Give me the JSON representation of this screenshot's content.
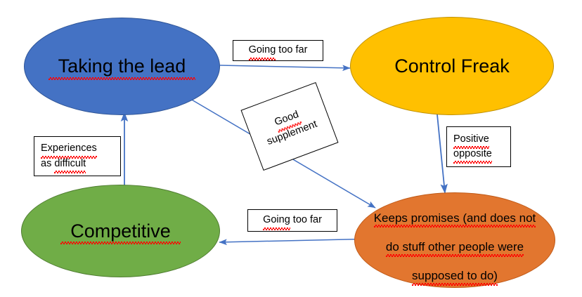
{
  "diagram": {
    "title": "Taking the lead behaviour relationship diagram",
    "background": "#ffffff",
    "arrow_color": "#4472C4",
    "nodes": [
      {
        "id": "taking-the-lead",
        "label": "Taking the lead",
        "fill": "#4472C4",
        "stroke": "#2F5597",
        "text_color": "#000000",
        "font_size": 27,
        "spellcheck_underline": true
      },
      {
        "id": "control-freak",
        "label": "Control Freak",
        "fill": "#FFC000",
        "stroke": "#BF9000",
        "text_color": "#000000",
        "font_size": 27,
        "spellcheck_underline": false
      },
      {
        "id": "competitive",
        "label": "Competitive",
        "fill": "#70AD47",
        "stroke": "#507E32",
        "text_color": "#000000",
        "font_size": 27,
        "spellcheck_underline": true
      },
      {
        "id": "keeps-promises",
        "label": "Keeps promises (and does not do stuff other people were supposed to do)",
        "line1": "Keeps promises (and does not",
        "line2": "do stuff other people were",
        "line3": "supposed to do)",
        "fill": "#E2762F",
        "stroke": "#C05A18",
        "text_color": "#000000",
        "font_size": 17,
        "spellcheck_underline": true
      }
    ],
    "edge_labels": [
      {
        "id": "going-too-far-top",
        "text": "Going too far",
        "spellcheck_word": "Going",
        "rotation": 0
      },
      {
        "id": "good-supplement",
        "line1": "Good",
        "line2": "supplement",
        "text": "Good supplement",
        "spellcheck_word": "Good",
        "rotation": -20.5
      },
      {
        "id": "experiences-as-difficult",
        "line1": "Experiences",
        "line2": "as difficult",
        "text": "Experiences as difficult",
        "rotation": 0
      },
      {
        "id": "positive-opposite",
        "line1": "Positive",
        "line2": "opposite",
        "text": "Positive opposite",
        "rotation": 0
      },
      {
        "id": "going-too-far-bottom",
        "text": "Going too far",
        "spellcheck_word": "Going",
        "rotation": 0
      }
    ],
    "edges": [
      {
        "id": "lead-to-control-freak",
        "from": "taking-the-lead",
        "to": "control-freak",
        "label": "Going too far"
      },
      {
        "id": "lead-to-keeps-promises",
        "from": "taking-the-lead",
        "to": "keeps-promises",
        "label": "Good supplement"
      },
      {
        "id": "competitive-to-lead",
        "from": "competitive",
        "to": "taking-the-lead",
        "label": "Experiences as difficult"
      },
      {
        "id": "control-freak-to-keeps-promises",
        "from": "control-freak",
        "to": "keeps-promises",
        "label": "Positive opposite"
      },
      {
        "id": "keeps-promises-to-competitive",
        "from": "keeps-promises",
        "to": "competitive",
        "label": "Going too far"
      }
    ]
  }
}
